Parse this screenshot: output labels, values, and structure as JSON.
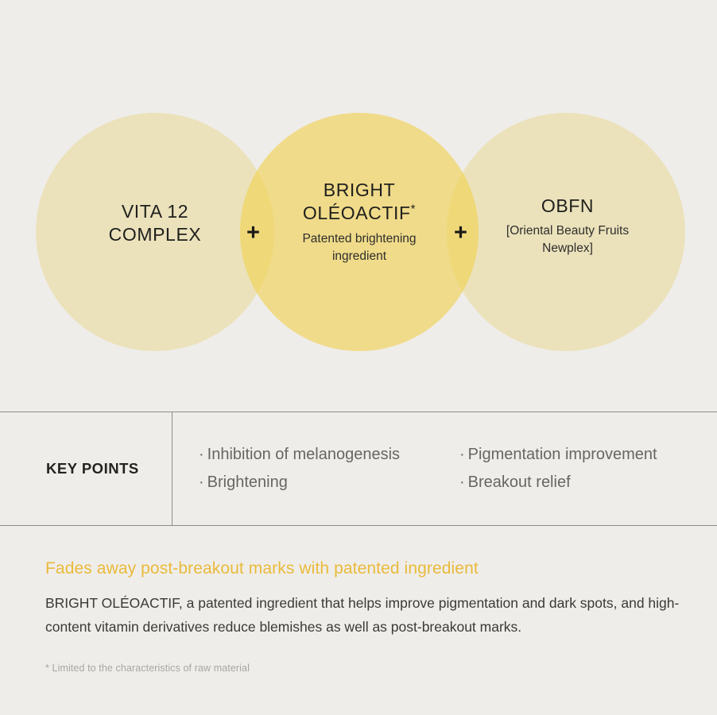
{
  "colors": {
    "background": "#efedea",
    "circle_outer": "#ebe2bc",
    "circle_center": "#f0db8a",
    "overlap_lens": "#efd878",
    "accent_heading": "#e9ba3a",
    "rule": "#8d8d8a",
    "body_text": "#3a3a37",
    "muted_text": "#666663",
    "footnote_text": "#a6a6a2"
  },
  "venn": {
    "circles": [
      {
        "id": "vita-12-complex",
        "title": "VITA 12",
        "title_line2": "COMPLEX",
        "subtitle": "",
        "fill": "#ebe2bc"
      },
      {
        "id": "bright-oleoactif",
        "title": "BRIGHT",
        "title_line2": "OLÉOACTIF",
        "superscript": "*",
        "subtitle": "Patented brightening ingredient",
        "fill": "#f0db8a"
      },
      {
        "id": "obfn",
        "title": "OBFN",
        "title_line2": "",
        "subtitle": "[Oriental Beauty Fruits Newplex]",
        "fill": "#ebe2bc"
      }
    ],
    "operators": [
      "+",
      "+"
    ]
  },
  "key_points": {
    "label": "KEY POINTS",
    "columns": [
      {
        "items": [
          "Inhibition of melanogenesis",
          "Brightening"
        ]
      },
      {
        "items": [
          "Pigmentation improvement",
          "Breakout relief"
        ]
      }
    ],
    "bullet": "·"
  },
  "bottom": {
    "headline": "Fades away post-breakout marks with patented ingredient",
    "body": "BRIGHT OLÉOACTIF, a patented ingredient that helps improve pigmentation and dark spots, and high-content vitamin derivatives reduce blemishes as well as post-breakout marks.",
    "footnote": "* Limited to the characteristics of raw material"
  }
}
